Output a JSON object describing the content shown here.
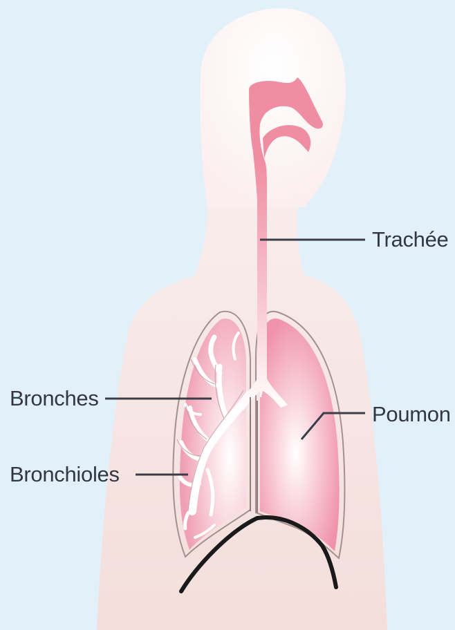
{
  "labels": {
    "trachee": "Trachée",
    "bronches": "Bronches",
    "poumon": "Poumon",
    "bronchioles": "Bronchioles"
  },
  "colors": {
    "background": "#e2f1f9",
    "body_silhouette": "#f6e2df",
    "airway": "#f28da0",
    "lung_pink": "#f3a3b6",
    "diaphragm": "#1a1a1a",
    "leader_lines": "#3a3d45",
    "label_text": "#333840"
  }
}
